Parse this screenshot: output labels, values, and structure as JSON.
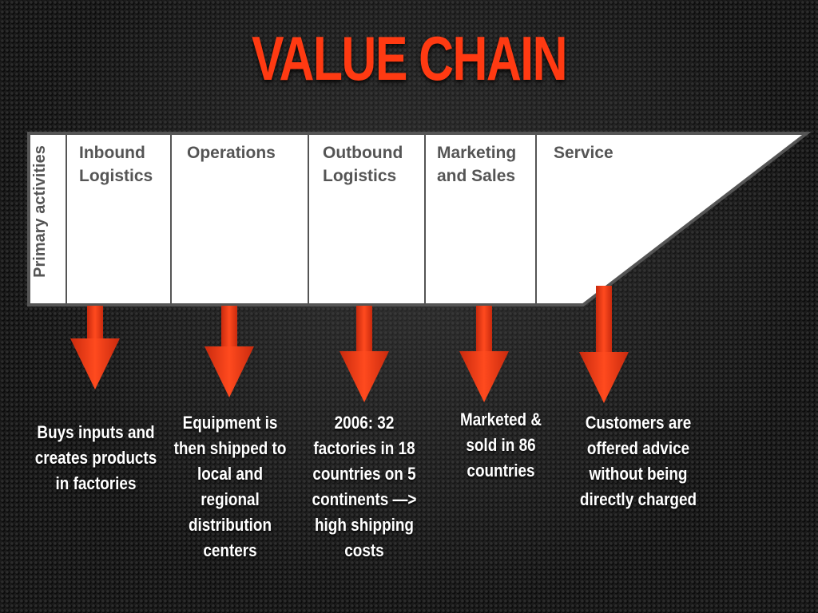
{
  "title": "VALUE CHAIN",
  "side_label": "Primary activities",
  "columns": [
    {
      "label": "Inbound\nLogistics",
      "description": "Buys inputs and creates products in factories"
    },
    {
      "label": "Operations",
      "description": "Equipment is then shipped to local and regional distribution centers"
    },
    {
      "label": "Outbound\nLogistics",
      "description": "2006: 32 factories in 18 countries on 5 continents —> high shipping costs"
    },
    {
      "label": "Marketing\nand Sales",
      "description": "Marketed & sold in 86 countries"
    },
    {
      "label": "Service",
      "description": "Customers are offered advice without being directly charged"
    }
  ],
  "colors": {
    "title": "#ff3a12",
    "arrow": "#f0401a",
    "box_fill": "#ffffff",
    "box_border": "#555555",
    "label_text": "#555555",
    "description_text": "#ffffff"
  }
}
